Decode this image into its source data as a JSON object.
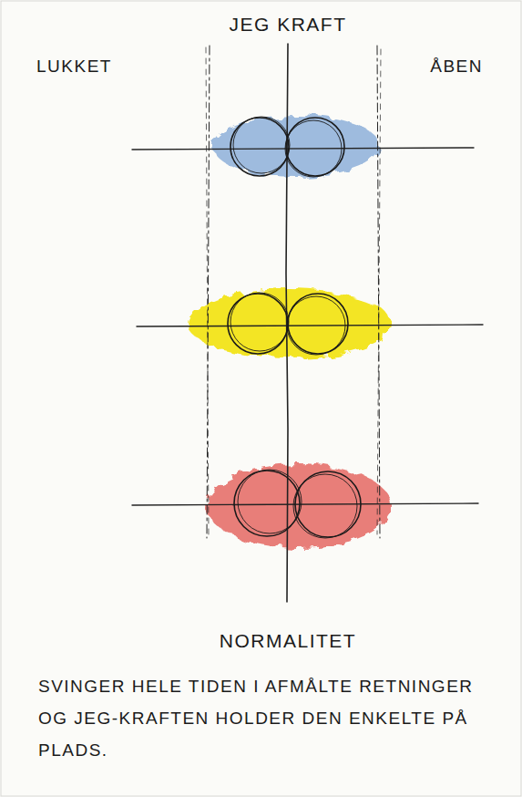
{
  "diagram": {
    "title": "JEG KRAFT",
    "labels": [
      "LUKKET",
      "ÅBEN",
      "NORMALITET",
      "SVINGER HELE TIDEN I AFMÅLTE RETNINGER OG JEG-KRAFTEN HOLDER DEN ENKELTE PÅ PLADS."
    ]
  }
}
